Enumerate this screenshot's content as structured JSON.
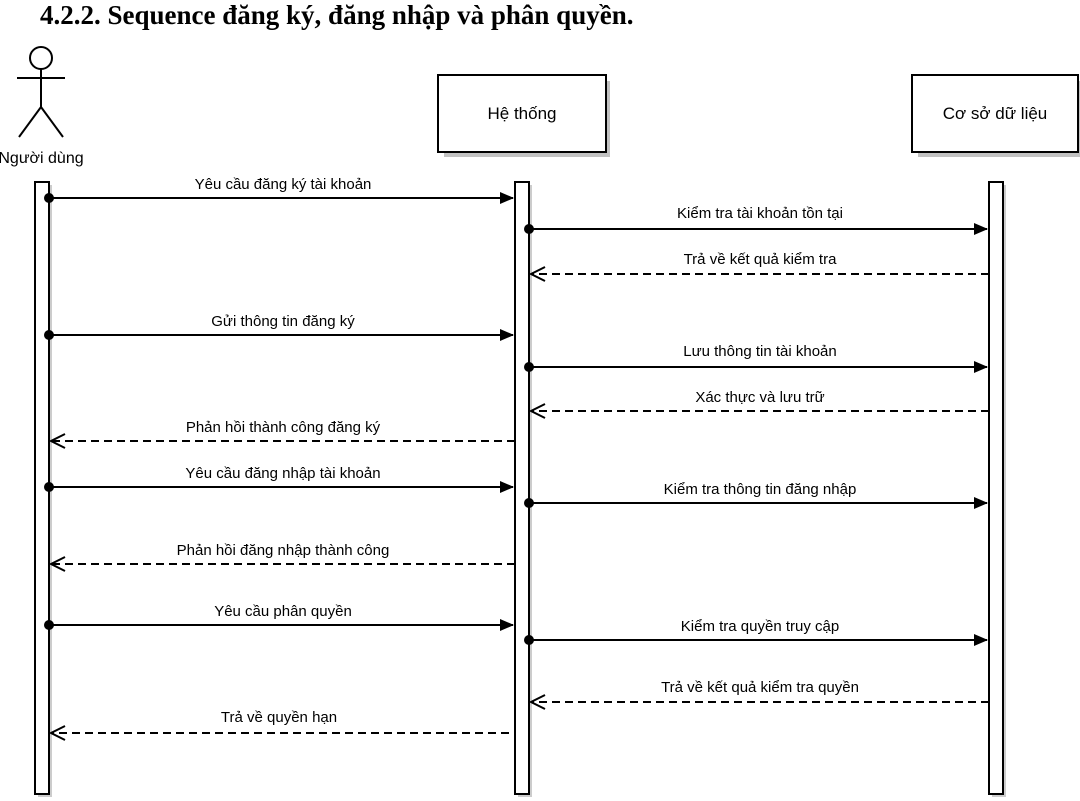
{
  "title": "4.2.2. Sequence đăng ký, đăng nhập và phân quyền.",
  "participants": [
    {
      "id": "user",
      "kind": "actor",
      "label": "Người dùng"
    },
    {
      "id": "system",
      "kind": "box",
      "label": "Hệ thống"
    },
    {
      "id": "db",
      "kind": "box",
      "label": "Cơ sở dữ liệu"
    }
  ],
  "messages": [
    {
      "from": "user",
      "to": "system",
      "type": "sync",
      "label": "Yêu cầu đăng ký tài khoản"
    },
    {
      "from": "system",
      "to": "db",
      "type": "sync",
      "label": "Kiểm tra tài khoản tồn tại"
    },
    {
      "from": "db",
      "to": "system",
      "type": "return",
      "label": "Trả về kết quả kiểm tra"
    },
    {
      "from": "user",
      "to": "system",
      "type": "sync",
      "label": "Gửi thông tin đăng ký"
    },
    {
      "from": "system",
      "to": "db",
      "type": "sync",
      "label": "Lưu thông tin tài khoản"
    },
    {
      "from": "db",
      "to": "system",
      "type": "return",
      "label": "Xác thực và lưu trữ"
    },
    {
      "from": "system",
      "to": "user",
      "type": "return",
      "label": "Phản hồi thành công đăng ký"
    },
    {
      "from": "user",
      "to": "system",
      "type": "sync",
      "label": "Yêu cầu đăng nhập tài khoản"
    },
    {
      "from": "system",
      "to": "db",
      "type": "sync",
      "label": "Kiểm tra thông tin đăng nhập"
    },
    {
      "from": "system",
      "to": "user",
      "type": "return",
      "label": "Phản hồi đăng nhập thành công"
    },
    {
      "from": "user",
      "to": "system",
      "type": "sync",
      "label": "Yêu cầu phân quyền"
    },
    {
      "from": "system",
      "to": "db",
      "type": "sync",
      "label": "Kiểm tra quyền truy cập"
    },
    {
      "from": "db",
      "to": "system",
      "type": "return",
      "label": "Trả về kết quả kiểm tra quyền"
    },
    {
      "from": "system",
      "to": "user",
      "type": "return",
      "label": "Trả về quyền hạn"
    }
  ]
}
